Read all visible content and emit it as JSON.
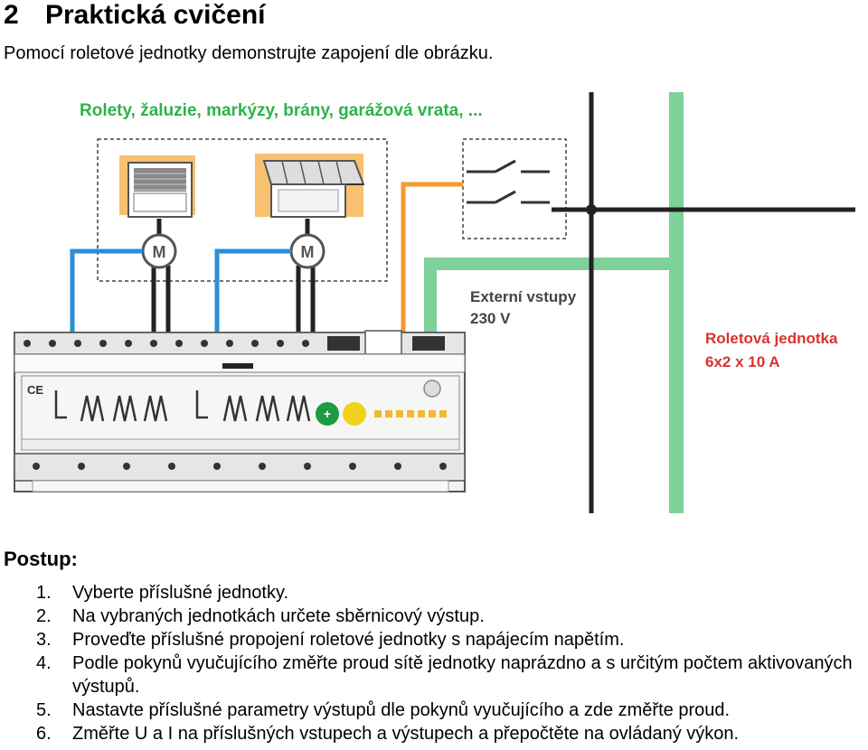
{
  "heading": {
    "number": "2",
    "title": "Praktická cvičení"
  },
  "intro": "Pomocí roletové jednotky demonstrujte zapojení dle obrázku.",
  "figure": {
    "top_label": "Rolety, žaluzie, markýzy, brány, garážová vrata, ...",
    "motor_label": "M",
    "ext_inputs_line1": "Externí vstupy",
    "ext_inputs_line2": "230 V",
    "unit_line1": "Roletová jednotka",
    "unit_line2": "6x2 x 10 A",
    "ce_mark": "CE",
    "colors": {
      "green_label": "#2db34a",
      "blue_wire": "#2a8fd6",
      "orange_wire": "#f39a2e",
      "light_green_wire": "#7fd19a",
      "red_text": "#d9342b",
      "device_gray": "#f2f2f2",
      "button_green": "#1f9b45",
      "button_yellow": "#f0d21a"
    }
  },
  "postup_label": "Postup:",
  "steps": [
    {
      "n": "1.",
      "text": "Vyberte příslušné jednotky."
    },
    {
      "n": "2.",
      "text": "Na vybraných jednotkách určete sběrnicový výstup."
    },
    {
      "n": "3.",
      "text": "Proveďte příslušné propojení roletové jednotky s napájecím napětím."
    },
    {
      "n": "4.",
      "text": "Podle pokynů vyučujícího změřte proud sítě jednotky naprázdno a s určitým počtem aktivovaných výstupů."
    },
    {
      "n": "5.",
      "text": "Nastavte příslušné parametry výstupů dle pokynů vyučujícího a zde změřte proud."
    },
    {
      "n": "6.",
      "text": "Změřte U a I na příslušných vstupech a výstupech a přepočtěte na ovládaný výkon."
    }
  ]
}
